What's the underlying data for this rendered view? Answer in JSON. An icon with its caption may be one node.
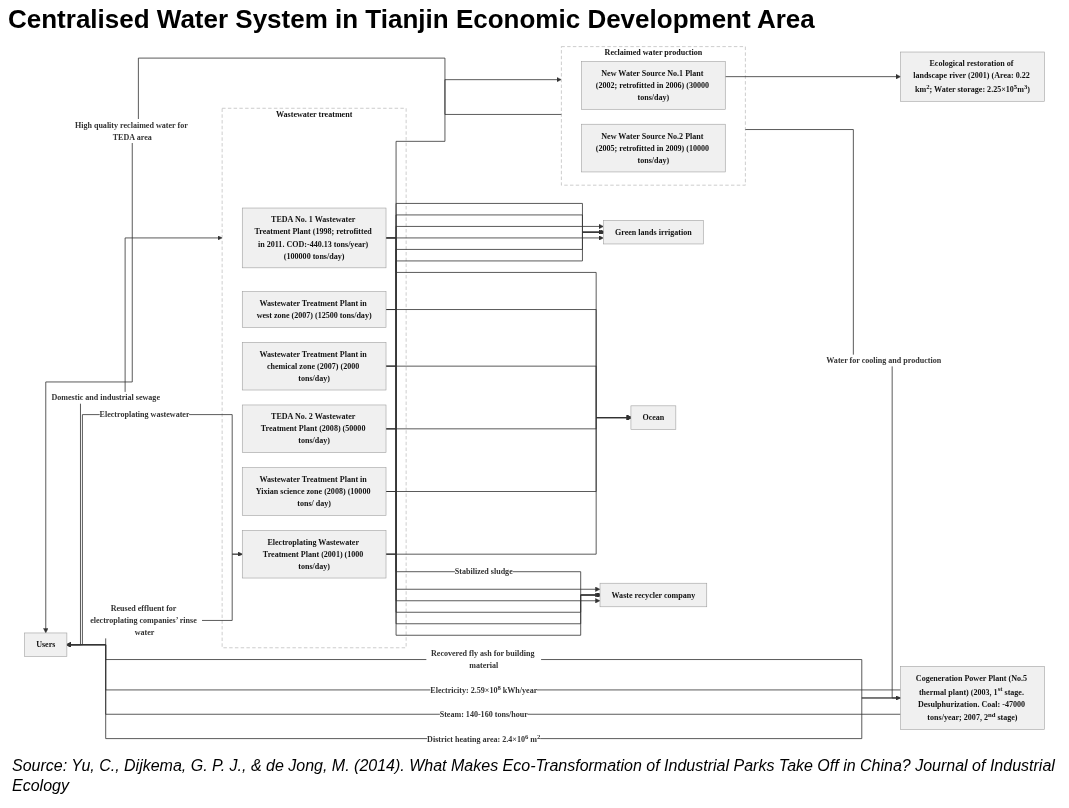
{
  "diagram": {
    "title": "Centralised Water System in Tianjin Economic Development Area",
    "caption": "Source: Yu, C., Dijkema, G. P. J., & de Jong, M. (2014). What Makes Eco-Transformation of Industrial Parks Take Off in China? Journal of Industrial Ecology",
    "nodes": [
      {
        "text": [
          "Users"
        ]
      },
      {
        "text": [
          "Cogeneration Power Plant (No.5 thermal plant) (2003, 1$^{st}$ stage. Desulphurization. Coal: -47000 tons/year; 2007, 2$^{nd}$ stage)"
        ]
      },
      {
        "text": [
          "Wastewater treatment"
        ]
      },
      {
        "text": [
          "TEDA No. 1 Wastewater Treatment Plant (1998; retrofitted in 2011. COD:-440.13 tons/year) (100000 tons/day)"
        ],
        "in": 2
      },
      {
        "text": [
          "Wastewater Treatment Plant in west zone (2007) (12500 tons/day)"
        ],
        "in": 2
      },
      {
        "text": [
          "Wastewater Treatment Plant in chemical zone (2007) (2000 tons/day)"
        ],
        "in": 2
      },
      {
        "text": [
          "TEDA No. 2 Wastewater Treatment Plant (2008) (50000 tons/day)"
        ],
        "in": 2
      },
      {
        "text": [
          "Wastewater Treatment Plant in Yixian science zone (2008) (10000 tons/ day)"
        ],
        "in": 2
      },
      {
        "text": [
          "Electroplating Wastewater Treatment Plant (2001) (1000 tons/day)"
        ],
        "in": 2
      },
      {
        "text": [
          "Reclaimed water production"
        ]
      },
      {
        "text": [
          "New Water Source No.1 Plant (2002; retrofitted in 2006) (30000 tons/day)"
        ],
        "in": 9
      },
      {
        "text": [
          "New Water Source No.2 Plant (2005; retrofitted in 2009) (10000 tons/day)"
        ],
        "in": 9
      },
      {
        "text": [
          "Ecological restoration of landscape river (2001) (Area: 0.22 km$^{2}$; Water storage: 2.25×10$^{5}$m$^{3}$)"
        ]
      },
      {
        "text": [
          "Green lands irrigation"
        ]
      },
      {
        "text": [
          "Ocean"
        ]
      },
      {
        "text": [
          "Waste recycler company"
        ]
      }
    ],
    "edges": [
      {
        "from": 1,
        "to": 0,
        "arrow": "to",
        "label": "Recovered fly ash for building material"
      },
      {
        "from": 8,
        "to": 0,
        "arrow": "to",
        "label": "Reused effluent for electroplating companies’ rinse water"
      },
      {
        "from": 1,
        "to": 0,
        "arrow": "to",
        "label": "Electricity: 2.59×10$^{8}$ kWh/year"
      },
      {
        "from": 0,
        "to": 8,
        "arrow": "to",
        "label": "Electroplating wastewater"
      },
      {
        "from": 1,
        "to": 0,
        "arrow": "to",
        "label": "Steam: 140-160 tons/hour"
      },
      {
        "from": 1,
        "to": 0,
        "arrow": "to",
        "label": "District heating area: 2.4×10$^{6}$ m$^{2}$"
      },
      {
        "from": 9,
        "to": 0,
        "arrow": "to",
        "label": "High quality reclaimed water for TEDA area"
      },
      {
        "from": 0,
        "to": 2,
        "arrow": "to",
        "label": "Domestic and industrial sewage"
      },
      {
        "from": 3,
        "to": 9,
        "arrow": "to"
      },
      {
        "from": 9,
        "to": 1,
        "arrow": "to",
        "label": "Water for cooling and production"
      },
      {
        "from": 10,
        "to": 12,
        "arrow": "to"
      },
      {
        "from": 3,
        "to": 13,
        "arrow": "to"
      },
      {
        "from": 3,
        "to": 14,
        "arrow": "to"
      },
      {
        "from": 3,
        "to": 15,
        "arrow": "to",
        "label": "Stabilized sludge"
      },
      {
        "from": 4,
        "to": 13,
        "arrow": "to"
      },
      {
        "from": 4,
        "to": 14,
        "arrow": "to"
      },
      {
        "from": 4,
        "to": 15,
        "arrow": "to"
      },
      {
        "from": 5,
        "to": 13,
        "arrow": "to"
      },
      {
        "from": 5,
        "to": 14,
        "arrow": "to"
      },
      {
        "from": 5,
        "to": 15,
        "arrow": "to"
      },
      {
        "from": 6,
        "to": 13,
        "arrow": "to"
      },
      {
        "from": 6,
        "to": 14,
        "arrow": "to"
      },
      {
        "from": 6,
        "to": 15,
        "arrow": "to"
      },
      {
        "from": 7,
        "to": 13,
        "arrow": "to"
      },
      {
        "from": 7,
        "to": 14,
        "arrow": "to"
      },
      {
        "from": 7,
        "to": 15,
        "arrow": "to"
      },
      {
        "from": 8,
        "to": 13,
        "arrow": "to"
      },
      {
        "from": 8,
        "to": 14,
        "arrow": "to"
      },
      {
        "from": 8,
        "to": 15,
        "arrow": "to"
      }
    ]
  }
}
